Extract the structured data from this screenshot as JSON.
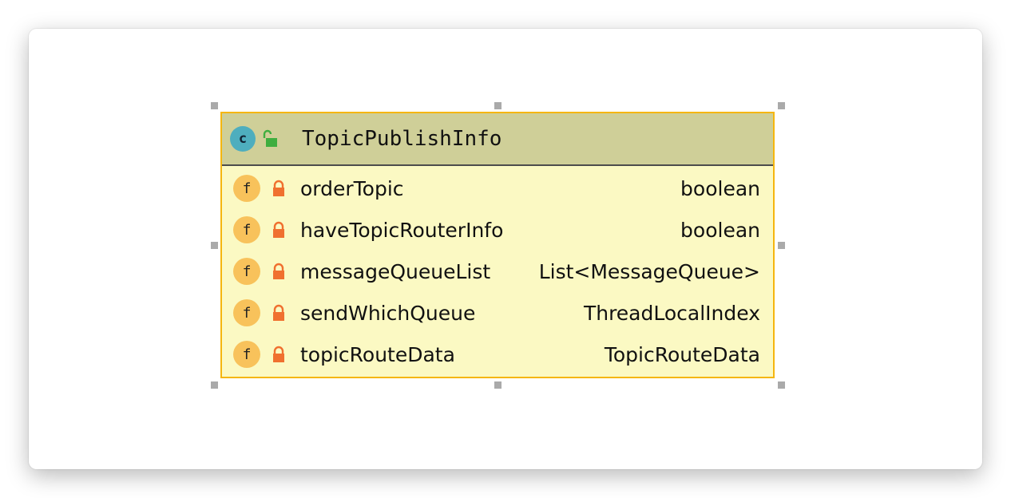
{
  "colors": {
    "header_bg": "#cfcf98",
    "body_bg": "#fbf9c3",
    "border": "#f5b60f",
    "class_icon": "#4eaebe",
    "field_icon": "#f8c25b",
    "lock": "#f0702f",
    "unlock": "#3fae3f"
  },
  "uml_class": {
    "icon_letter": "c",
    "name": "TopicPublishInfo",
    "fields": [
      {
        "icon_letter": "f",
        "name": "orderTopic",
        "type": "boolean"
      },
      {
        "icon_letter": "f",
        "name": "haveTopicRouterInfo",
        "type": "boolean"
      },
      {
        "icon_letter": "f",
        "name": "messageQueueList",
        "type": "List<MessageQueue>"
      },
      {
        "icon_letter": "f",
        "name": "sendWhichQueue",
        "type": "ThreadLocalIndex"
      },
      {
        "icon_letter": "f",
        "name": "topicRouteData",
        "type": "TopicRouteData"
      }
    ]
  }
}
